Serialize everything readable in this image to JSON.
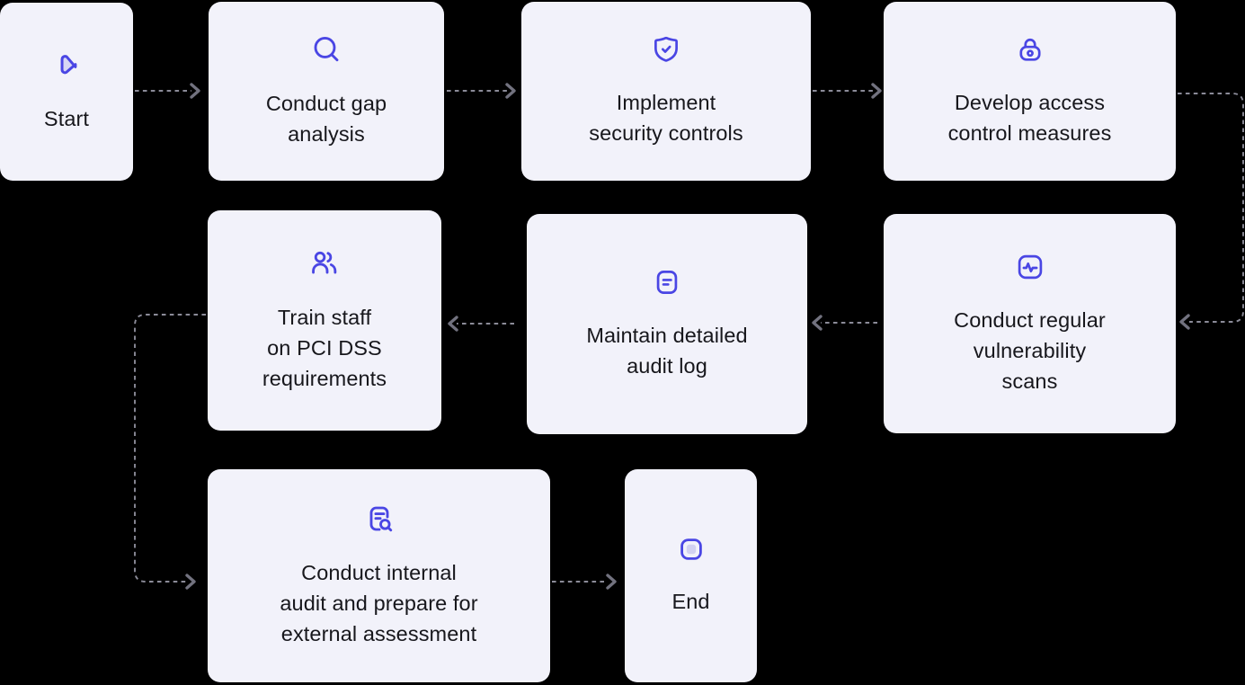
{
  "nodes": [
    {
      "id": "start",
      "label": "Start",
      "icon": "play-icon"
    },
    {
      "id": "gap-analysis",
      "label": "Conduct gap\nanalysis",
      "icon": "search-icon"
    },
    {
      "id": "security-controls",
      "label": "Implement\nsecurity controls",
      "icon": "shield-check-icon"
    },
    {
      "id": "access-control",
      "label": "Develop access\ncontrol measures",
      "icon": "lock-icon"
    },
    {
      "id": "vulnerability-scans",
      "label": "Conduct regular\nvulnerability\nscans",
      "icon": "activity-square-icon"
    },
    {
      "id": "audit-log",
      "label": "Maintain detailed\naudit log",
      "icon": "note-lines-icon"
    },
    {
      "id": "train-staff",
      "label": "Train staff\non PCI DSS\nrequirements",
      "icon": "users-icon"
    },
    {
      "id": "internal-audit",
      "label": "Conduct internal\naudit and prepare for\nexternal assessment",
      "icon": "document-search-icon"
    },
    {
      "id": "end",
      "label": "End",
      "icon": "stop-icon"
    }
  ],
  "edges": [
    {
      "from": "start",
      "to": "gap-analysis"
    },
    {
      "from": "gap-analysis",
      "to": "security-controls"
    },
    {
      "from": "security-controls",
      "to": "access-control"
    },
    {
      "from": "access-control",
      "to": "vulnerability-scans"
    },
    {
      "from": "vulnerability-scans",
      "to": "audit-log"
    },
    {
      "from": "audit-log",
      "to": "train-staff"
    },
    {
      "from": "train-staff",
      "to": "internal-audit"
    },
    {
      "from": "internal-audit",
      "to": "end"
    }
  ],
  "colors": {
    "canvas_bg": "#000000",
    "node_bg": "#f2f2fa",
    "icon_stroke": "#4a46e4",
    "icon_fill": "#d8d7f4",
    "text": "#17171c",
    "connector": "#8b8b98",
    "arrowhead": "#72727f"
  }
}
